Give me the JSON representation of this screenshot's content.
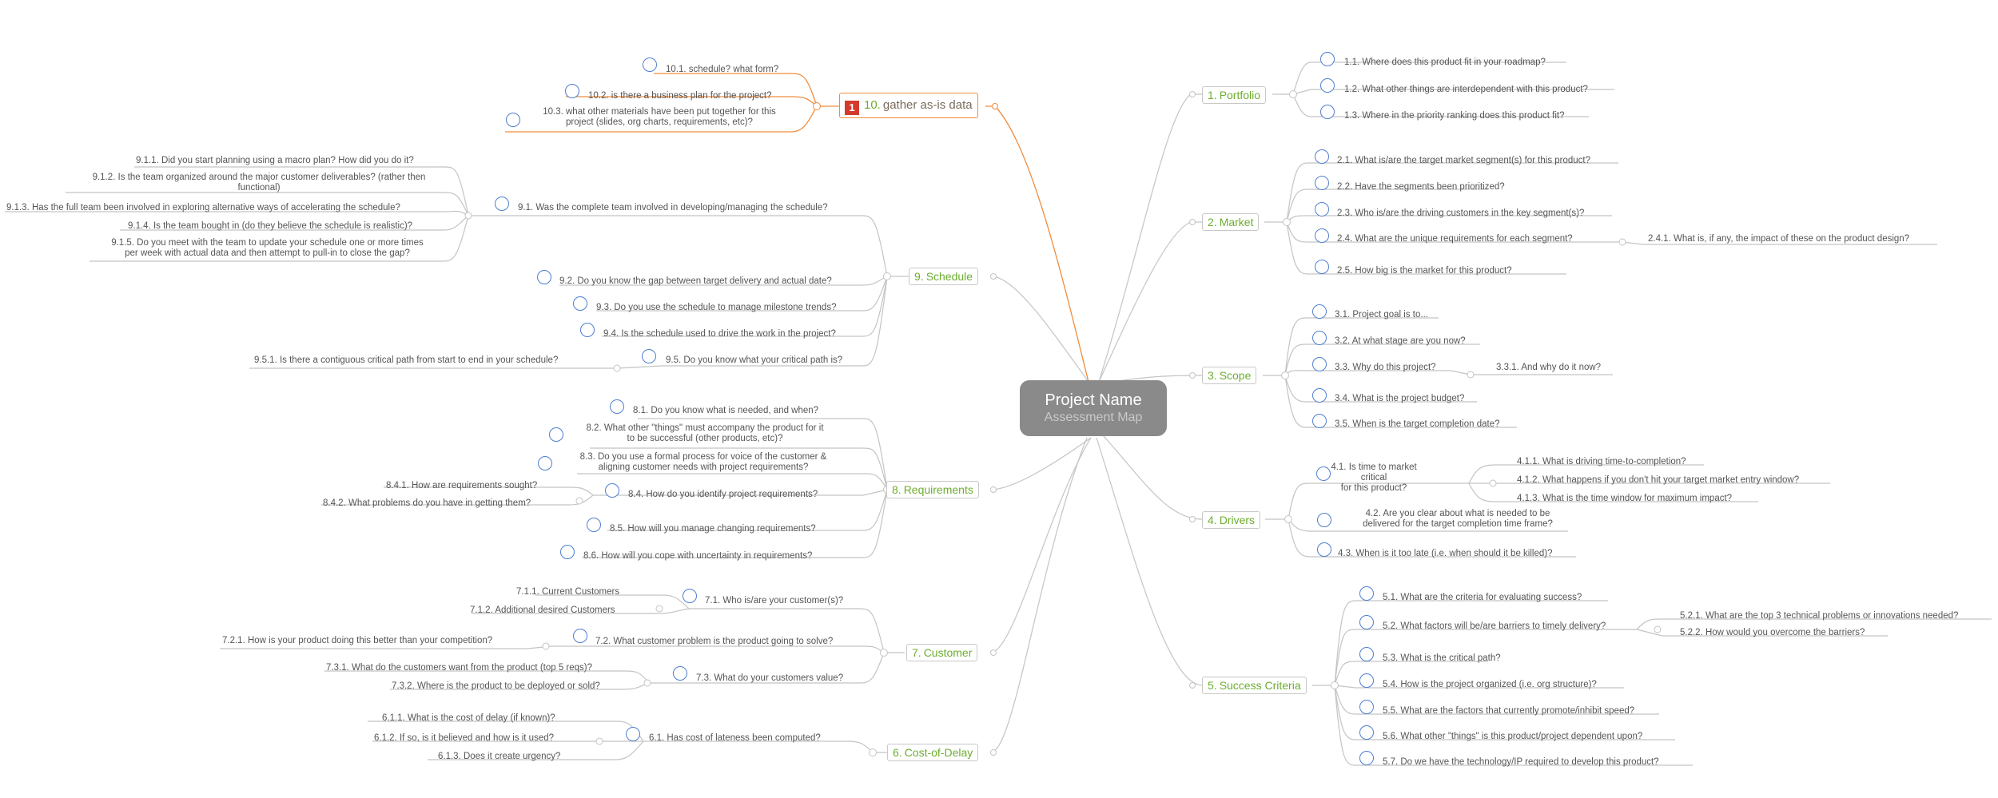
{
  "central": {
    "title": "Project Name",
    "subtitle": "Assessment Map"
  },
  "branches": {
    "b1": {
      "num": "1.",
      "label": "Portfolio"
    },
    "b2": {
      "num": "2.",
      "label": "Market"
    },
    "b3": {
      "num": "3.",
      "label": "Scope"
    },
    "b4": {
      "num": "4.",
      "label": "Drivers"
    },
    "b5": {
      "num": "5.",
      "label": "Success Criteria"
    },
    "b6": {
      "num": "6.",
      "label": "Cost-of-Delay"
    },
    "b7": {
      "num": "7.",
      "label": "Customer"
    },
    "b8": {
      "num": "8.",
      "label": "Requirements"
    },
    "b9": {
      "num": "9.",
      "label": "Schedule"
    },
    "b10": {
      "num": "10.",
      "label": "gather as-is data",
      "flag": "1"
    }
  },
  "leaves": {
    "l1_1": "1.1. Where does this product fit in your roadmap?",
    "l1_2": "1.2. What other things are interdependent with this product?",
    "l1_3": "1.3. Where in the priority ranking does this product fit?",
    "l2_1": "2.1. What is/are the target market segment(s) for this product?",
    "l2_2": "2.2. Have the segments been prioritized?",
    "l2_3": "2.3. Who is/are the driving customers in the key segment(s)?",
    "l2_4": "2.4. What are the unique requirements for each segment?",
    "l2_4_1": "2.4.1. What is, if any, the impact of these on the product design?",
    "l2_5": "2.5. How big is the market for this product?",
    "l3_1": "3.1. Project goal is to...",
    "l3_2": "3.2. At what stage are you now?",
    "l3_3": "3.3. Why do this project?",
    "l3_3_1": "3.3.1. And why do it now?",
    "l3_4": "3.4. What is the project budget?",
    "l3_5": "3.5. When is the target completion date?",
    "l4_1a": "4.1. Is time to market critical",
    "l4_1b": "for this product?",
    "l4_1_1": "4.1.1. What is driving time-to-completion?",
    "l4_1_2": "4.1.2. What happens if you don't hit your target market entry window?",
    "l4_1_3": "4.1.3. What is the time window for maximum impact?",
    "l4_2a": "4.2. Are you clear about what is needed to be",
    "l4_2b": "delivered for the target completion time frame?",
    "l4_3": "4.3. When is it too late (i.e. when should it be killed)?",
    "l5_1": "5.1. What are the criteria for evaluating success?",
    "l5_2": "5.2. What factors will be/are barriers to timely delivery?",
    "l5_2_1": "5.2.1. What are the top 3 technical problems or innovations needed?",
    "l5_2_2": "5.2.2. How would you overcome the barriers?",
    "l5_3": "5.3. What is the critical path?",
    "l5_4": "5.4. How is the project organized (i.e. org structure)?",
    "l5_5": "5.5. What are the factors that currently promote/inhibit speed?",
    "l5_6": "5.6. What other \"things\" is this product/project dependent upon?",
    "l5_7": "5.7. Do we have the technology/IP required to develop this product?",
    "l6_1": "6.1. Has cost of lateness been computed?",
    "l6_1_1": "6.1.1. What is the cost of delay (if known)?",
    "l6_1_2": "6.1.2. If so, is it believed and how is it used?",
    "l6_1_3": "6.1.3. Does it create urgency?",
    "l7_1": "7.1. Who is/are your customer(s)?",
    "l7_1_1": "7.1.1. Current Customers",
    "l7_1_2": "7.1.2. Additional desired Customers",
    "l7_2": "7.2. What customer problem is the product going to solve?",
    "l7_2_1": "7.2.1. How is your product doing this better than your competition?",
    "l7_3": "7.3. What do your customers value?",
    "l7_3_1": "7.3.1. What do the customers want from the product (top 5 reqs)?",
    "l7_3_2": "7.3.2. Where is the product to be deployed or sold?",
    "l8_1": "8.1. Do you know what is needed, and when?",
    "l8_2a": "8.2. What other \"things\" must accompany the product for it",
    "l8_2b": "to be successful (other products, etc)?",
    "l8_3a": "8.3. Do you use a formal process for voice of the customer &",
    "l8_3b": "aligning customer needs with project requirements?",
    "l8_4": "8.4. How do you identify project requirements?",
    "l8_4_1": "8.4.1. How are requirements sought?",
    "l8_4_2": "8.4.2. What problems do you have in getting them?",
    "l8_5": "8.5. How will you manage changing requirements?",
    "l8_6": "8.6. How will you cope with uncertainty in requirements?",
    "l9_1": "9.1. Was the complete team involved in developing/managing the schedule?",
    "l9_1_1": "9.1.1. Did you start planning using a macro plan? How did you do it?",
    "l9_1_2a": "9.1.2. Is the team organized around the major customer deliverables? (rather then",
    "l9_1_2b": "functional)",
    "l9_1_3": "9.1.3. Has the full team been involved in exploring alternative ways of accelerating the schedule?",
    "l9_1_4": "9.1.4. Is the team bought in (do they believe the schedule is realistic)?",
    "l9_1_5a": "9.1.5. Do you meet with the team to update your schedule one or more times",
    "l9_1_5b": "per week with actual data and then attempt to pull-in to close the gap?",
    "l9_2": "9.2. Do you know the gap between target delivery and actual date?",
    "l9_3": "9.3. Do you use the schedule to manage milestone trends?",
    "l9_4": "9.4. Is the schedule used to drive the work in the project?",
    "l9_5": "9.5. Do you know what your critical path is?",
    "l9_5_1": "9.5.1. Is there a contiguous critical path from start to end in your schedule?",
    "l10_1": "10.1. schedule? what form?",
    "l10_2": "10.2. is there a business plan for the project?",
    "l10_3a": "10.3. what other materials have been put together for this",
    "l10_3b": "project (slides, org charts, requirements, etc)?"
  },
  "colors": {
    "branch_text": "#6dad2f",
    "orange_line": "#f08c3c",
    "gray_line": "#c4c4c4",
    "task_circle": "#4f7fd0",
    "flag": "#d33a2c"
  }
}
